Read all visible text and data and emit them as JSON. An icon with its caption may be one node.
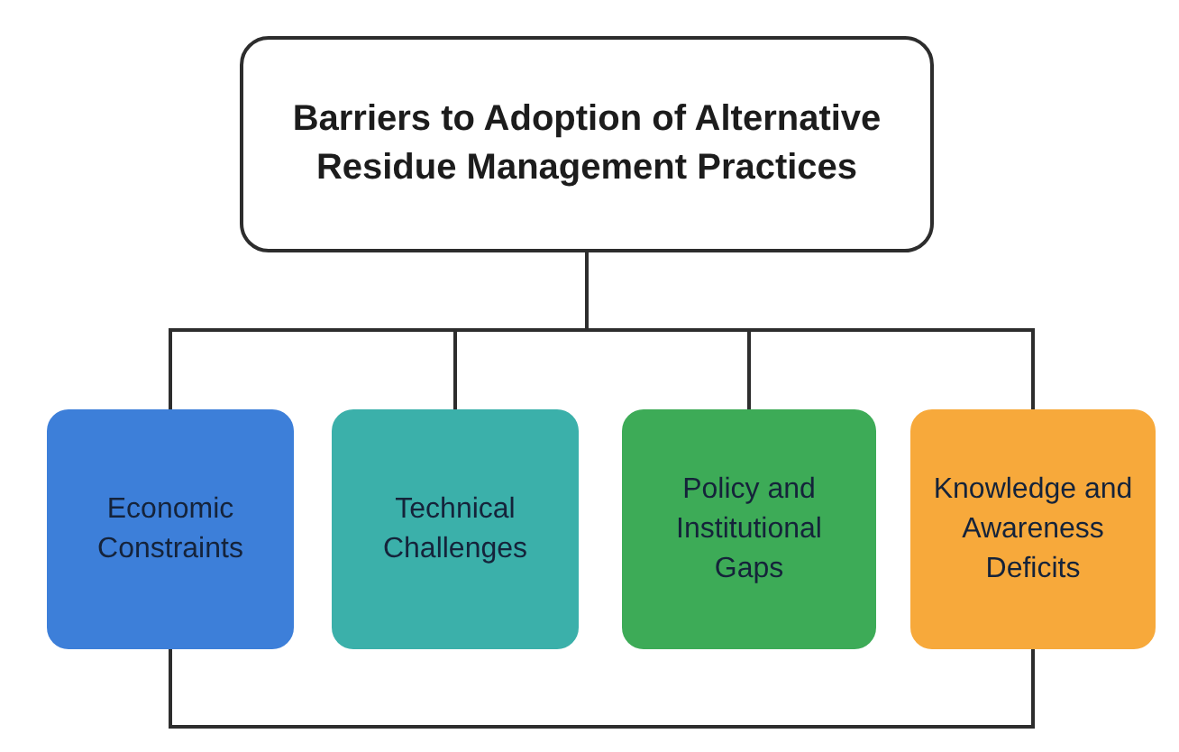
{
  "diagram": {
    "nodes": [
      {
        "text": [
          "Barriers to Adoption of Alternative Residue Management Practices"
        ]
      },
      {
        "text": [
          "Economic Constraints"
        ]
      },
      {
        "text": [
          "Technical Challenges"
        ]
      },
      {
        "text": [
          "Policy and Institutional Gaps"
        ]
      },
      {
        "text": [
          "Knowledge and Awareness Deficits"
        ]
      }
    ],
    "edges": [
      {
        "from": 0,
        "to": 1,
        "arrow": "none"
      },
      {
        "from": 0,
        "to": 2,
        "arrow": "none"
      },
      {
        "from": 0,
        "to": 3,
        "arrow": "none"
      },
      {
        "from": 0,
        "to": 4,
        "arrow": "none"
      },
      {
        "from": 1,
        "to": 4,
        "arrow": "none"
      }
    ]
  }
}
